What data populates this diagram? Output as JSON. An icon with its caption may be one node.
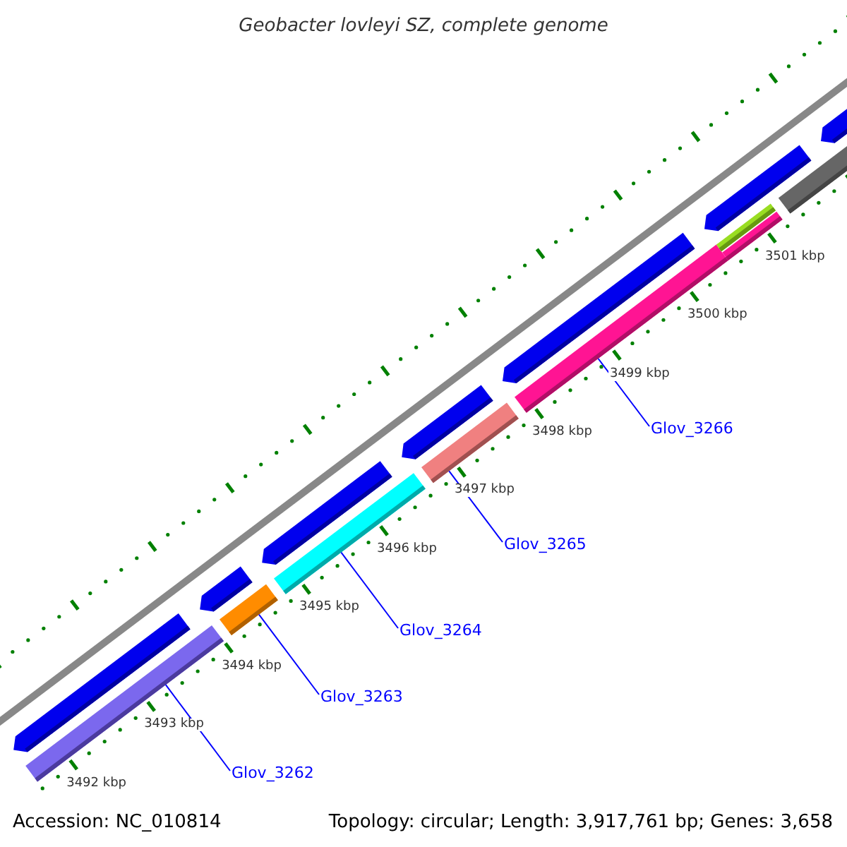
{
  "diagram": {
    "title": "Geobacter lovleyi SZ, complete genome",
    "nodes": [
      {
        "text": [
          "Glov_3266"
        ]
      },
      {
        "text": [
          "Glov_3265"
        ]
      },
      {
        "text": [
          "Glov_3264"
        ]
      },
      {
        "text": [
          "Glov_3263"
        ]
      },
      {
        "text": [
          "Glov_3262"
        ]
      },
      {
        "text": [],
        "shape": "bar"
      },
      {
        "text": [],
        "shape": "bar"
      },
      {
        "text": [],
        "shape": "bar"
      },
      {
        "text": [],
        "shape": "bar"
      },
      {
        "text": [],
        "shape": "bar"
      },
      {
        "text": [],
        "shape": "arrow"
      },
      {
        "text": [],
        "shape": "arrow"
      },
      {
        "text": [],
        "shape": "arrow"
      },
      {
        "text": [],
        "shape": "arrow"
      },
      {
        "text": [],
        "shape": "arrow"
      },
      {
        "text": [],
        "shape": "arrow"
      },
      {
        "text": [],
        "shape": "arrow"
      },
      {
        "text": [],
        "shape": "bar"
      },
      {
        "text": [],
        "shape": "bar"
      },
      {
        "text": [],
        "shape": "bar"
      }
    ],
    "edges": [
      {
        "from": 0,
        "to": 9,
        "arrow": "none"
      },
      {
        "from": 1,
        "to": 8,
        "arrow": "none"
      },
      {
        "from": 2,
        "to": 7,
        "arrow": "none"
      },
      {
        "from": 3,
        "to": 6,
        "arrow": "none"
      },
      {
        "from": 4,
        "to": 5,
        "arrow": "none"
      }
    ],
    "labels": [
      "3501 kbp",
      "3500 kbp",
      "3499 kbp",
      "3498 kbp",
      "3497 kbp",
      "3496 kbp",
      "3495 kbp",
      "3494 kbp",
      "3493 kbp",
      "3492 kbp",
      "Accession: NC_010814",
      "Topology: circular; Length: 3,917,761 bp; Genes: 3,658"
    ]
  }
}
